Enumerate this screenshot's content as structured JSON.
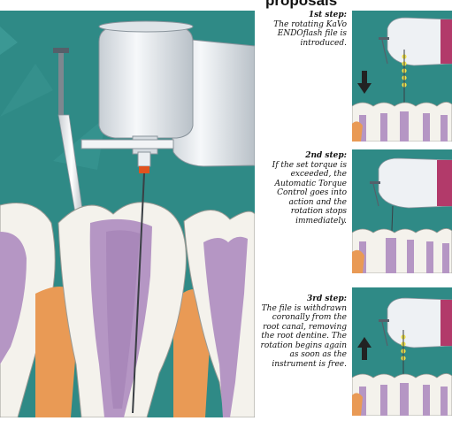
{
  "header": {
    "title": "proposals"
  },
  "steps": [
    {
      "label": "1st step:",
      "text": "The rotating KaVo ENDOflash file is introduced."
    },
    {
      "label": "2nd step:",
      "text": "If the set torque is exceeded, the Automatic Torque Control goes into action and the rotation stops immediately."
    },
    {
      "label": "3rd step:",
      "text": "The file is withdrawn coronally from the root canal, removing the root dentine. The rotation begins again as soon as the instrument is free."
    }
  ],
  "colors": {
    "background": "#2f8a86",
    "tooth": "#f4f2ec",
    "pulp": "#b596c4",
    "gum": "#e99a55",
    "handpiece": "#e9edf0"
  }
}
